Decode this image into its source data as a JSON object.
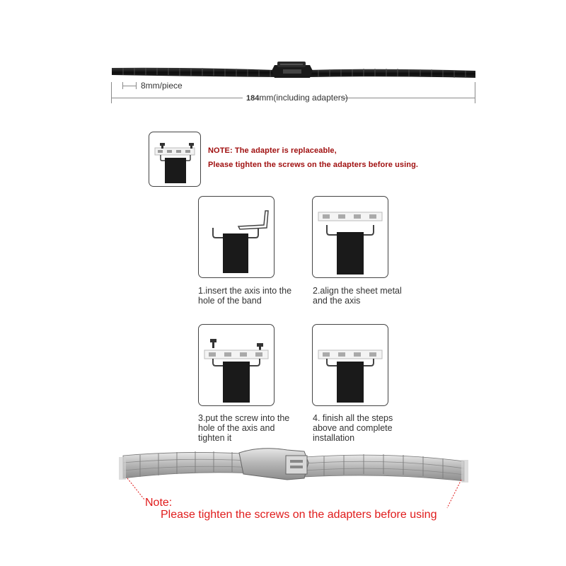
{
  "dimensions": {
    "piece_label": "8mm/piece",
    "length_value": "184",
    "length_unit_text": "mm(including adapters)"
  },
  "top_note": {
    "line1": "NOTE: The adapter is replaceable,",
    "line2": "Please tighten the screws on the adapters before using."
  },
  "steps": [
    {
      "lines": [
        "1.insert the axis into the",
        "hole of the band"
      ]
    },
    {
      "lines": [
        "2.align the sheet metal",
        "and the axis"
      ]
    },
    {
      "lines": [
        "3.put the screw into the",
        "hole of the axis and",
        "tighten it"
      ]
    },
    {
      "lines": [
        "4. finish all the steps",
        "above and complete",
        "installation"
      ]
    }
  ],
  "bottom_note": {
    "title": "Note:",
    "text": "Please tighten the screws on the adapters before using"
  },
  "colors": {
    "note_dark_red": "#a01010",
    "note_red": "#e01b1b",
    "band_black": "#111111",
    "band_silver": "#c8c8c8"
  }
}
